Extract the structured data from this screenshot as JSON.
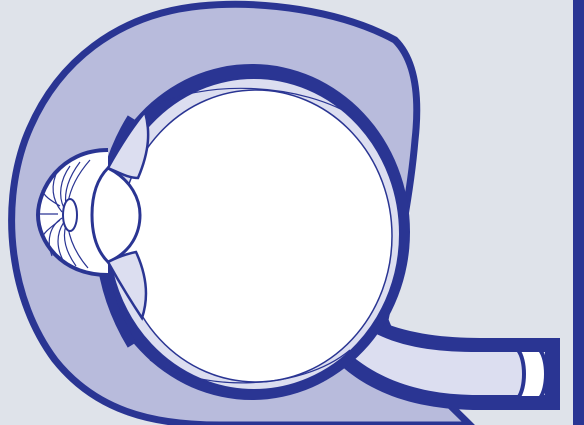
{
  "diagram": {
    "parts": [
      "orbit-socket",
      "sclera",
      "choroid",
      "retina",
      "vitreous-body",
      "lens",
      "iris",
      "ciliary-body",
      "cornea",
      "optic-nerve"
    ]
  },
  "colors": {
    "background": "#dfe3ea",
    "socket_fill": "#b8bbdc",
    "outline": "#2a3593",
    "inner_layer": "#dcdef0",
    "white": "#ffffff",
    "right_bar": "#2a3593"
  }
}
